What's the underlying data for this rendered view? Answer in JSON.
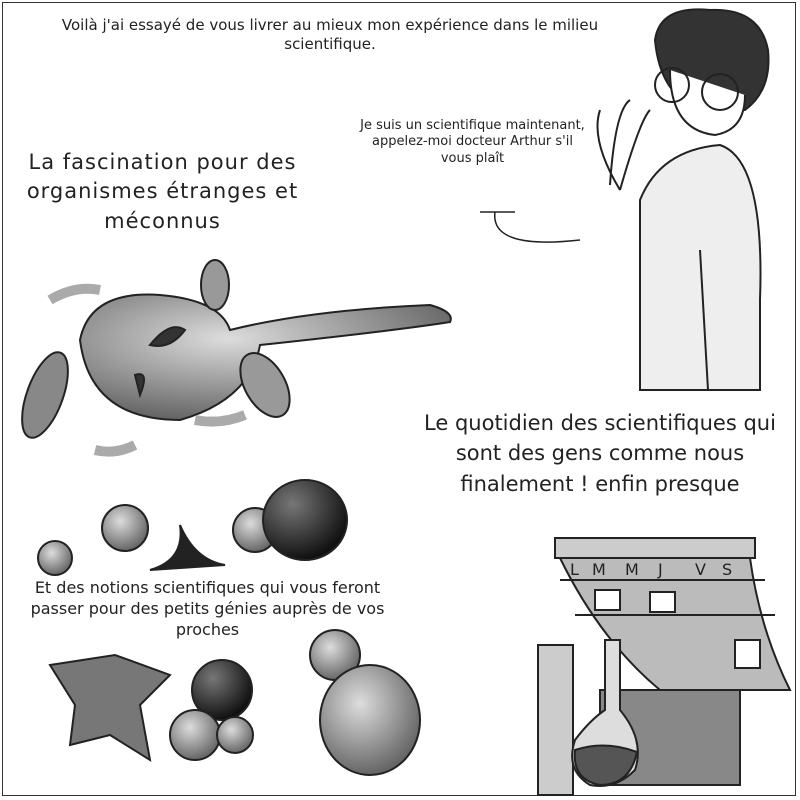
{
  "intro": "Voilà j'ai essayé de vous livrer au mieux mon expérience dans le milieu scientifique.",
  "speech_bubble": "Je suis un scientifique maintenant, appelez-moi docteur Arthur s'il vous plaît",
  "fascination_caption": "La fascination pour des organismes étranges et méconnus",
  "daily_caption": "Le quotidien des scientifiques qui sont des gens comme nous finalement ! enfin presque",
  "notions_caption": "Et des notions scientifiques qui vous feront passer pour des petits génies auprès de vos proches",
  "calendar_days": [
    "L",
    "M",
    "M",
    "J",
    "V",
    "S"
  ]
}
